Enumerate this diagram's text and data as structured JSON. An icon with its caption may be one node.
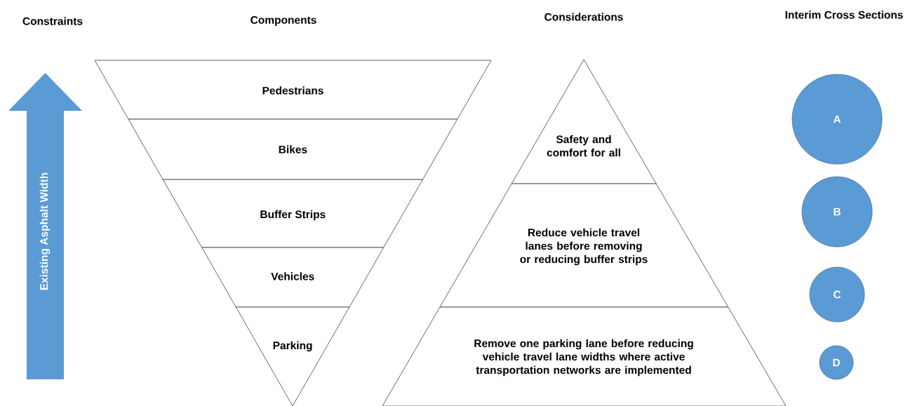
{
  "diagram": {
    "nodes": [
      {
        "text": [
          "Existing Asphalt Width"
        ]
      },
      {
        "text": [
          "Pedestrians"
        ]
      },
      {
        "text": [
          "Bikes"
        ]
      },
      {
        "text": [
          "Buffer Strips"
        ]
      },
      {
        "text": [
          "Vehicles"
        ]
      },
      {
        "text": [
          "Parking"
        ]
      },
      {
        "text": [
          "Safety and comfort for all"
        ]
      },
      {
        "text": [
          "Reduce vehicle travel lanes before removing or reducing buffer strips"
        ]
      },
      {
        "text": [
          "Remove one parking lane before reducing vehicle travel lane widths where active transportation networks are implemented"
        ]
      },
      {
        "text": [
          "A"
        ]
      },
      {
        "text": [
          "B"
        ]
      },
      {
        "text": [
          "C"
        ]
      },
      {
        "text": [
          "D"
        ]
      }
    ],
    "labels": [
      "Constraints",
      "Components",
      "Considerations",
      "Interim Cross Sections"
    ]
  }
}
